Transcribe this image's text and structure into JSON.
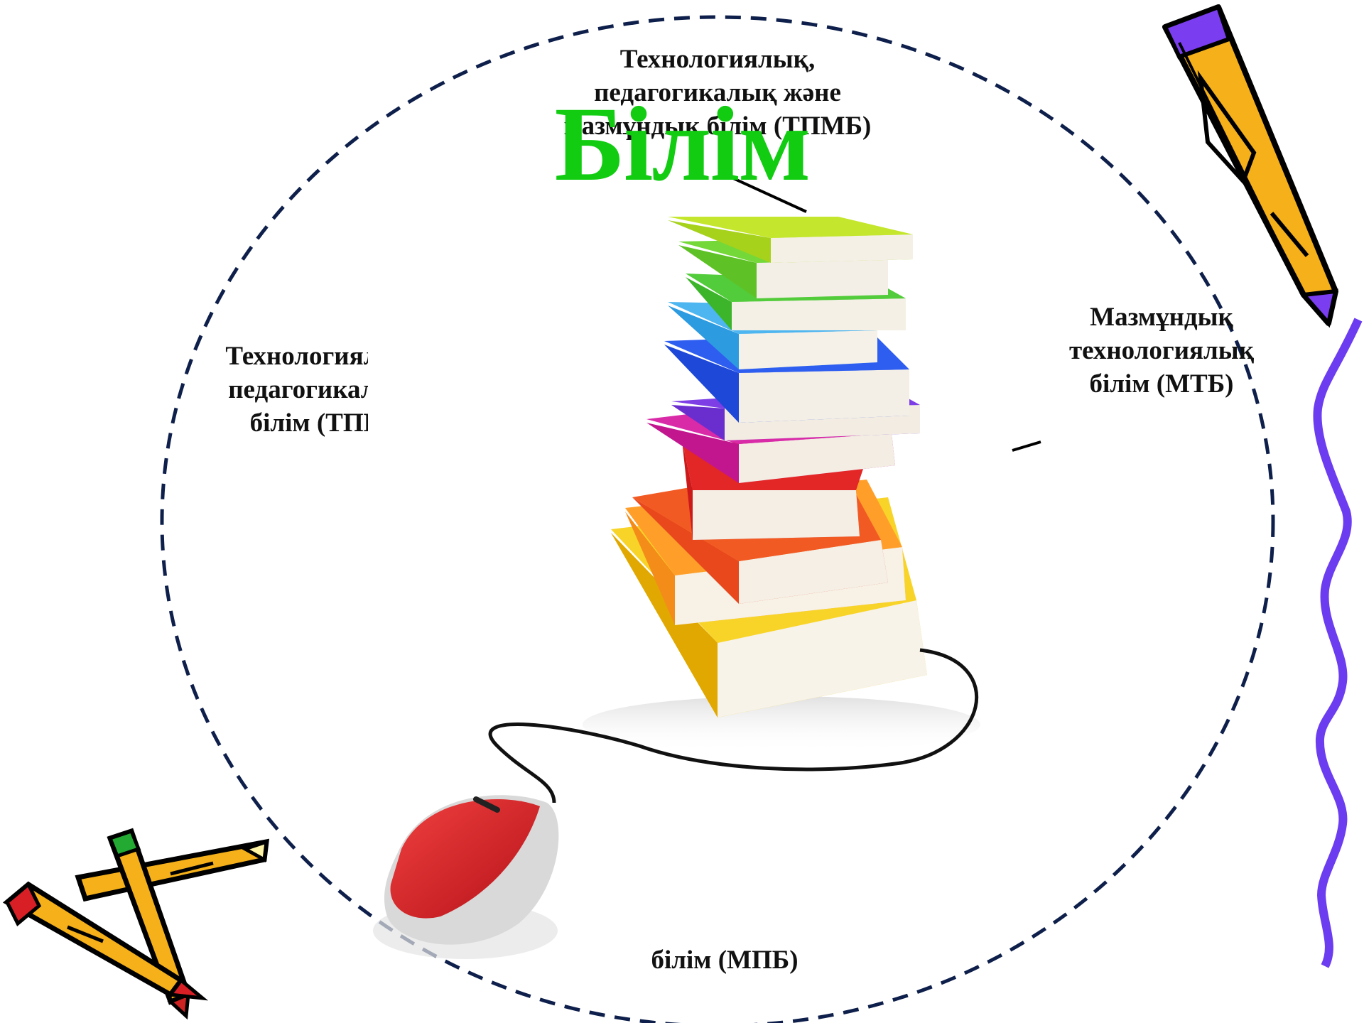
{
  "title": "Білім",
  "labels": {
    "top": "Технологиялық,\nпедагогикалық және\nмазмұндық білім (ТПМБ)",
    "right": "Мазмұндық\nтехнологиялық\nбілім (МТБ)",
    "left": "Технологиялық\nпедагогикалық\nбілім (ТПБ)",
    "bottom": "білім (МПБ)"
  },
  "colors": {
    "title": "#11cc11",
    "circle_stroke": "#0d1f4a",
    "squiggle": "#6b3cf0",
    "pencil_body": "#f5b01a",
    "pencil_accent": "#7a3df0",
    "mouse_red": "#d81f26"
  },
  "icons": [
    "books-stack-icon",
    "computer-mouse-icon",
    "pencil-icon",
    "crossed-pencils-icon",
    "squiggle-line"
  ]
}
